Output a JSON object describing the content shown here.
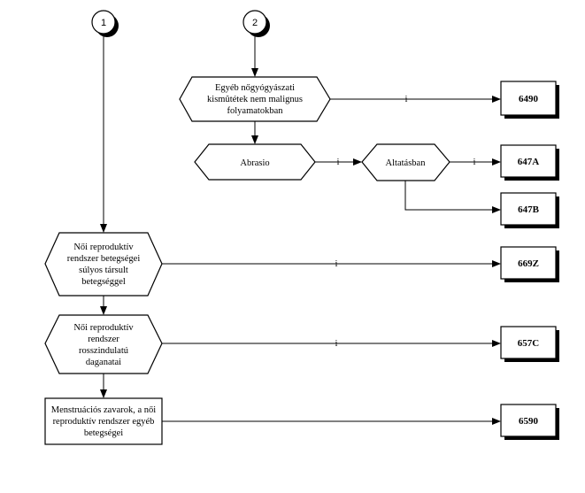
{
  "connectors": [
    {
      "id": "c1",
      "label": "1"
    },
    {
      "id": "c2",
      "label": "2"
    }
  ],
  "decisions": [
    {
      "id": "d1",
      "lines": [
        "Egyéb nőgyógyászati",
        "kismûtétek nem malignus",
        "folyamatokban"
      ]
    },
    {
      "id": "d2",
      "lines": [
        "Abrasio"
      ]
    },
    {
      "id": "d3",
      "lines": [
        "Altatásban"
      ]
    },
    {
      "id": "d4",
      "lines": [
        "Női reproduktív",
        "rendszer betegségei",
        "súlyos társult",
        "betegséggel"
      ]
    },
    {
      "id": "d5",
      "lines": [
        "Női reproduktív",
        "rendszer",
        "rosszindulatú",
        "daganatai"
      ]
    }
  ],
  "process": {
    "id": "p1",
    "lines": [
      "Menstruációs zavarok, a női",
      "reproduktív rendszer egyéb",
      "betegségei"
    ]
  },
  "codes": [
    {
      "id": "k6490",
      "label": "6490"
    },
    {
      "id": "k647A",
      "label": "647A"
    },
    {
      "id": "k647B",
      "label": "647B"
    },
    {
      "id": "k669Z",
      "label": "669Z"
    },
    {
      "id": "k657C",
      "label": "657C"
    },
    {
      "id": "k6590",
      "label": "6590"
    }
  ],
  "edge_label": "i"
}
